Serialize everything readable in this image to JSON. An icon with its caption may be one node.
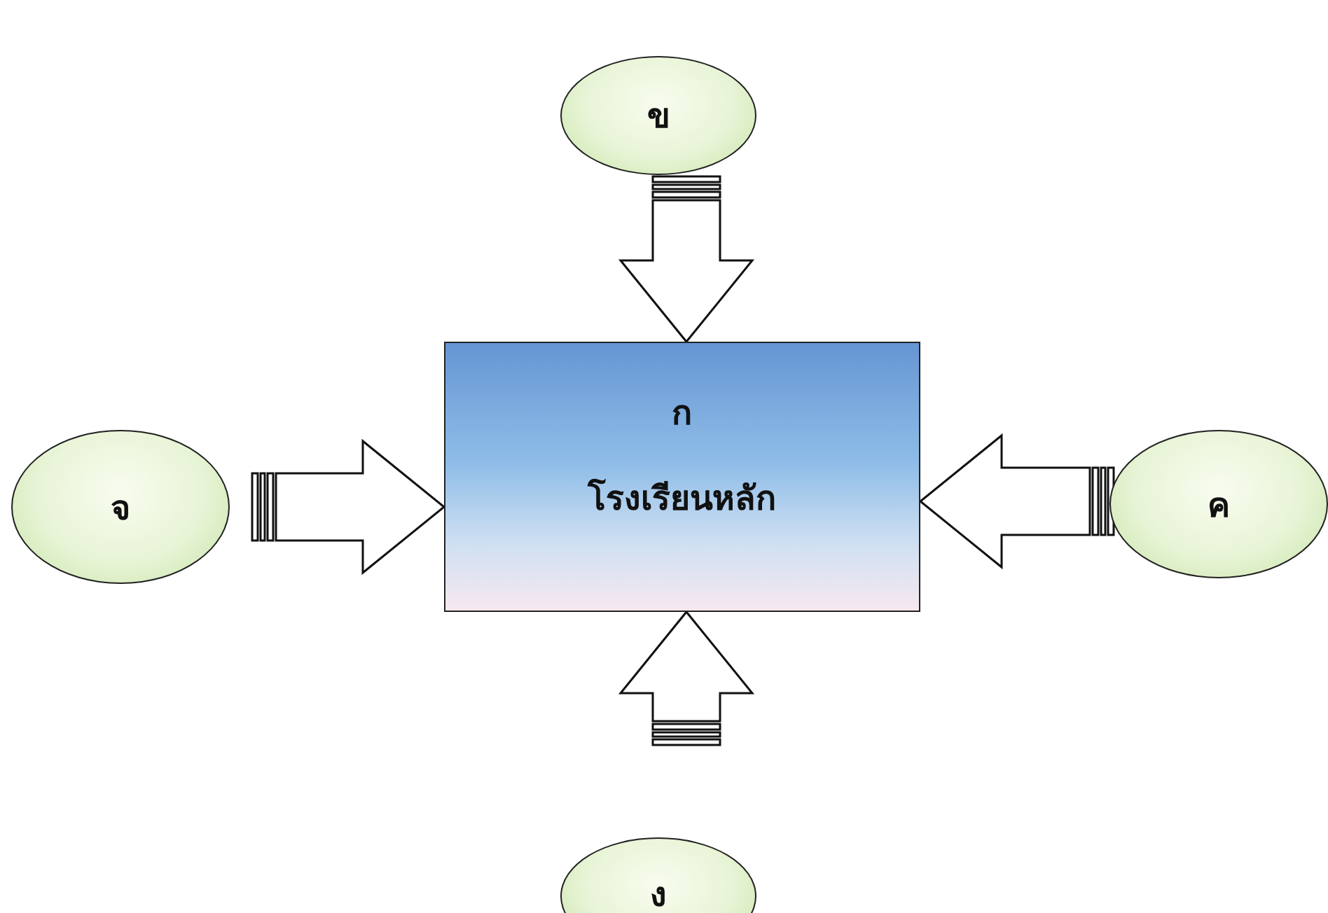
{
  "diagram": {
    "nodes": [
      {
        "text": [
          "ข"
        ]
      },
      {
        "text": [
          "ก",
          "โรงเรียนหลัก"
        ]
      },
      {
        "text": [
          "จ"
        ]
      },
      {
        "text": [
          "ค"
        ]
      },
      {
        "text": [
          "ง"
        ]
      }
    ],
    "edges": [
      {
        "from": 0,
        "to": 1,
        "arrow": "to"
      },
      {
        "from": 2,
        "to": 1,
        "arrow": "to"
      },
      {
        "from": 3,
        "to": 1,
        "arrow": "to"
      },
      {
        "from": 4,
        "to": 1,
        "arrow": "to"
      }
    ]
  }
}
